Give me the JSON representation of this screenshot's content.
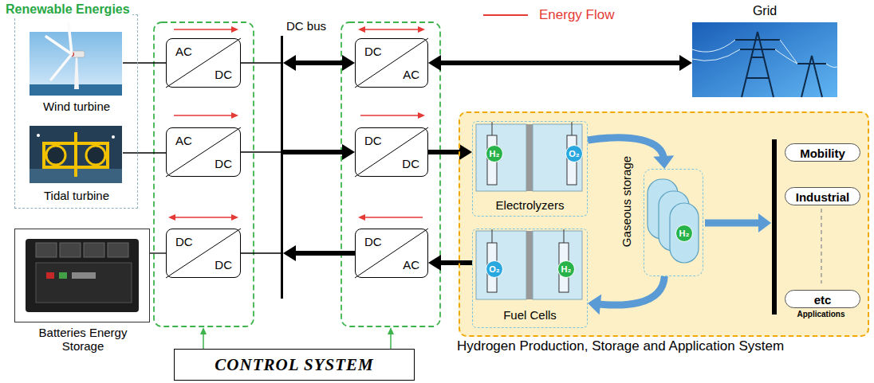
{
  "diagram": {
    "nodes": [
      {
        "text": [
          "Renewable Energies"
        ]
      },
      {
        "text": [
          "Wind turbine"
        ],
        "in": 0
      },
      {
        "text": [
          "Tidal turbine"
        ],
        "in": 0
      },
      {
        "text": [
          "Batteries Energy Storage"
        ]
      },
      {
        "text": [
          "AC",
          "DC"
        ]
      },
      {
        "text": [
          "AC",
          "DC"
        ]
      },
      {
        "text": [
          "DC",
          "DC"
        ]
      },
      {
        "text": [
          "DC bus"
        ]
      },
      {
        "text": [
          "DC",
          "AC"
        ]
      },
      {
        "text": [
          "DC",
          "DC"
        ]
      },
      {
        "text": [
          "DC",
          "AC"
        ]
      },
      {
        "text": [
          "Grid"
        ]
      },
      {
        "text": [
          "Hydrogen Production, Storage and Application System"
        ]
      },
      {
        "text": [
          "Electrolyzers"
        ],
        "in": 12
      },
      {
        "text": [
          "H₂"
        ],
        "in": 13
      },
      {
        "text": [
          "O₂"
        ],
        "in": 13
      },
      {
        "text": [
          "Fuel Cells"
        ],
        "in": 12
      },
      {
        "text": [
          "O₂"
        ],
        "in": 16
      },
      {
        "text": [
          "H₂"
        ],
        "in": 16
      },
      {
        "text": [
          "Gaseous storage"
        ],
        "in": 12
      },
      {
        "text": [
          "H₂"
        ],
        "in": 19
      },
      {
        "text": [
          "Mobility"
        ],
        "in": 12
      },
      {
        "text": [
          "Industrial"
        ],
        "in": 12
      },
      {
        "text": [
          "etc"
        ],
        "in": 12
      },
      {
        "text": [
          "CONTROL SYSTEM"
        ]
      }
    ],
    "edges": [
      {
        "from": 1,
        "to": 4,
        "arrow": "none"
      },
      {
        "from": 2,
        "to": 5,
        "arrow": "none"
      },
      {
        "from": 3,
        "to": 6,
        "arrow": "none"
      },
      {
        "from": 4,
        "to": 7,
        "arrow": "none"
      },
      {
        "from": 5,
        "to": 7,
        "arrow": "none"
      },
      {
        "from": 6,
        "to": 7,
        "arrow": "none"
      },
      {
        "from": 7,
        "to": 8,
        "arrow": "both"
      },
      {
        "from": 8,
        "to": 11,
        "arrow": "both"
      },
      {
        "from": 7,
        "to": 9,
        "arrow": "to"
      },
      {
        "from": 10,
        "to": 7,
        "arrow": "to"
      },
      {
        "from": 9,
        "to": 13,
        "arrow": "to"
      },
      {
        "from": 16,
        "to": 10,
        "arrow": "to"
      },
      {
        "from": 13,
        "to": 19,
        "arrow": "to"
      },
      {
        "from": 19,
        "to": 16,
        "arrow": "to"
      }
    ],
    "labels": [
      "Applications"
    ],
    "legend": [
      {
        "text": "Energy Flow"
      }
    ]
  }
}
